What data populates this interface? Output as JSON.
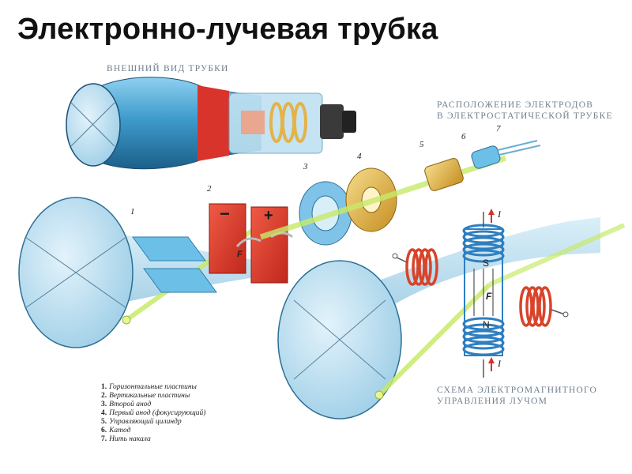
{
  "title": "Электронно-лучевая трубка",
  "captions": {
    "exterior": "ВНЕШНИЙ ВИД ТРУБКИ",
    "electrostatic": [
      "РАСПОЛОЖЕНИЕ ЭЛЕКТРОДОВ",
      "В ЭЛЕКТРОСТАТИЧЕСКОЙ ТРУБКЕ"
    ],
    "magnetic": [
      "СХЕМА ЭЛЕКТРОМАГНИТНОГО",
      "УПРАВЛЕНИЯ ЛУЧОМ"
    ]
  },
  "parts": [
    {
      "n": "1.",
      "name": "Горизонтальные пластины"
    },
    {
      "n": "2.",
      "name": "Вертикальные пластины"
    },
    {
      "n": "3.",
      "name": "Второй анод"
    },
    {
      "n": "4.",
      "name": "Первый анод (фокусирующий)"
    },
    {
      "n": "5.",
      "name": "Управляющий цилиндр"
    },
    {
      "n": "6.",
      "name": "Катод"
    },
    {
      "n": "7.",
      "name": "Нить накала"
    }
  ],
  "part_numbers": [
    "1",
    "2",
    "3",
    "4",
    "5",
    "6",
    "7"
  ],
  "symbols": {
    "minus": "−",
    "plus": "+",
    "force": "F",
    "south": "S",
    "north": "N",
    "current": "I"
  },
  "colors": {
    "tube_blue": "#5aaedb",
    "tube_dark": "#1f6f9c",
    "neck_red": "#d9342b",
    "plate_red": "#e0402f",
    "plate_blue": "#6cc0e8",
    "anode_gold": "#e8b84a",
    "beam": "#c8ea6a",
    "coil_blue": "#2f7fc0",
    "coil_red": "#d8442a",
    "caption": "#6f7f8e"
  }
}
